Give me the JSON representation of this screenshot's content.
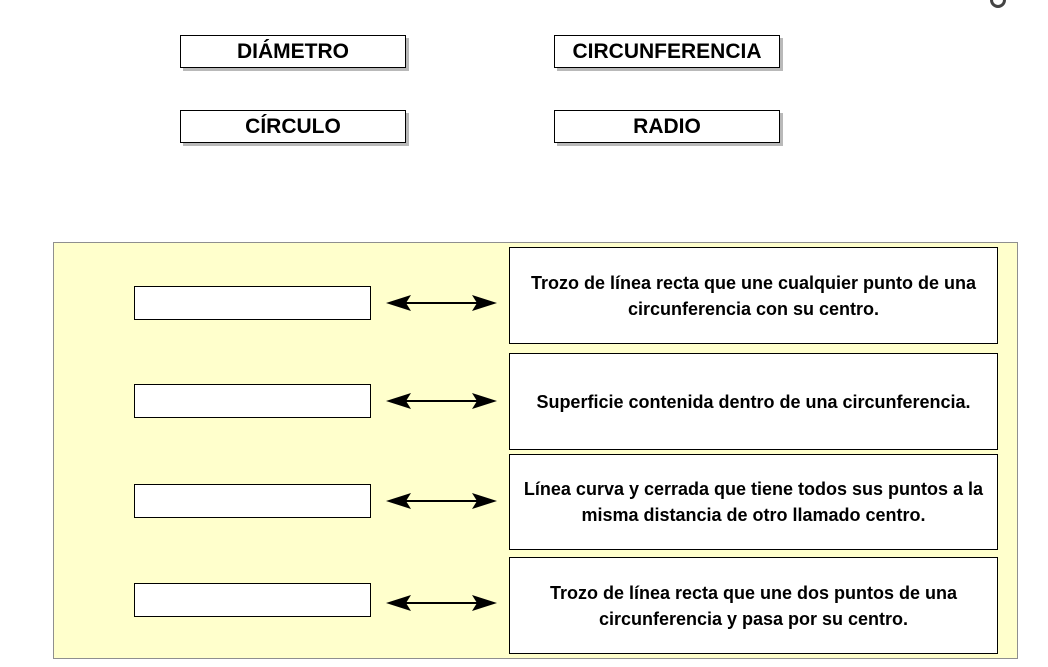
{
  "words": [
    {
      "label": "DIÁMETRO"
    },
    {
      "label": "CIRCUNFERENCIA"
    },
    {
      "label": "CÍRCULO"
    },
    {
      "label": "RADIO"
    }
  ],
  "matches": [
    {
      "answer": "",
      "definition": "Trozo de línea recta que une cualquier punto de una circunferencia con su centro."
    },
    {
      "answer": "",
      "definition": "Superficie contenida dentro de una circunferencia."
    },
    {
      "answer": "",
      "definition": "Línea curva y cerrada que tiene todos sus puntos a la misma distancia de otro llamado centro."
    },
    {
      "answer": "",
      "definition": "Trozo de línea recta que une dos puntos de una circunferencia y pasa por su centro."
    }
  ]
}
